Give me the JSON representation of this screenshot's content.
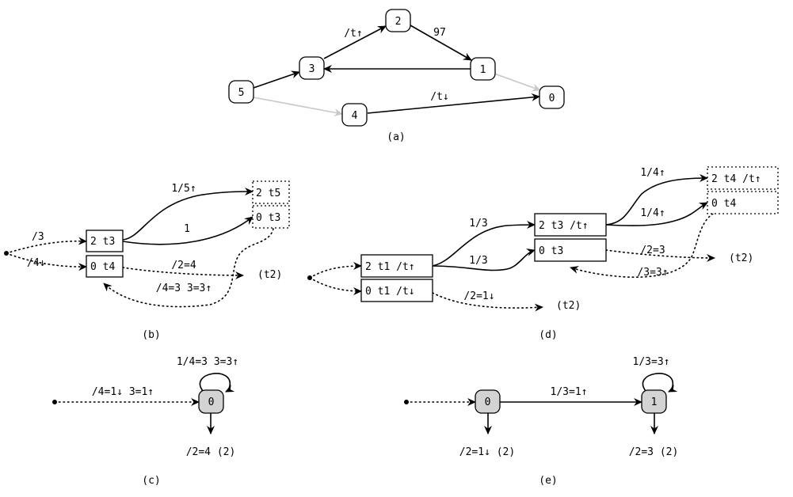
{
  "panel_a": {
    "caption": "(a)",
    "nodes": {
      "n0": "0",
      "n1": "1",
      "n2": "2",
      "n3": "3",
      "n4": "4",
      "n5": "5"
    },
    "edge_labels": {
      "e32": "/t↑",
      "e21": "97",
      "e40": "/t↓"
    }
  },
  "panel_b": {
    "caption": "(b)",
    "records": {
      "r1": "2 t3",
      "r2": "0 t4",
      "r3": "2 t5",
      "r4": "0 t3"
    },
    "edge_labels": {
      "to_t3": "/3",
      "to_t4": "/4↓",
      "t3_t5": "1/5↑",
      "t3_t3": "1",
      "t4_t2": "/2=4",
      "back": "/4=3 3=3↑"
    },
    "t2": "(t2)"
  },
  "panel_c": {
    "caption": "(c)",
    "node": "0",
    "edge_labels": {
      "in": "/4=1↓ 3=1↑",
      "loop": "1/4=3 3=3↑"
    },
    "output": "/2=4 (2)"
  },
  "panel_d": {
    "caption": "(d)",
    "records": {
      "r1": "2 t1 /t↑",
      "r2": "0 t1 /t↓",
      "r3": "2 t3 /t↑",
      "r4": "0 t3",
      "r5": "2 t4 /t↑",
      "r6": "0 t4"
    },
    "edge_labels": {
      "t1_t3up": "1/3",
      "t1_t3": "1/3",
      "t3_t4up": "1/4↑",
      "t3_t4": "1/4↑",
      "t3_t2": "/2=3",
      "back": "/3=3↑",
      "t1_t2": "/2=1↓"
    },
    "t2_right": "(t2)",
    "t2_bottom": "(t2)"
  },
  "panel_e": {
    "caption": "(e)",
    "nodes": {
      "n0": "0",
      "n1": "1"
    },
    "edge_labels": {
      "e01": "1/3=1↑",
      "loop": "1/3=3↑"
    },
    "outputs": {
      "o0": "/2=1↓ (2)",
      "o1": "/2=3 (2)"
    }
  }
}
